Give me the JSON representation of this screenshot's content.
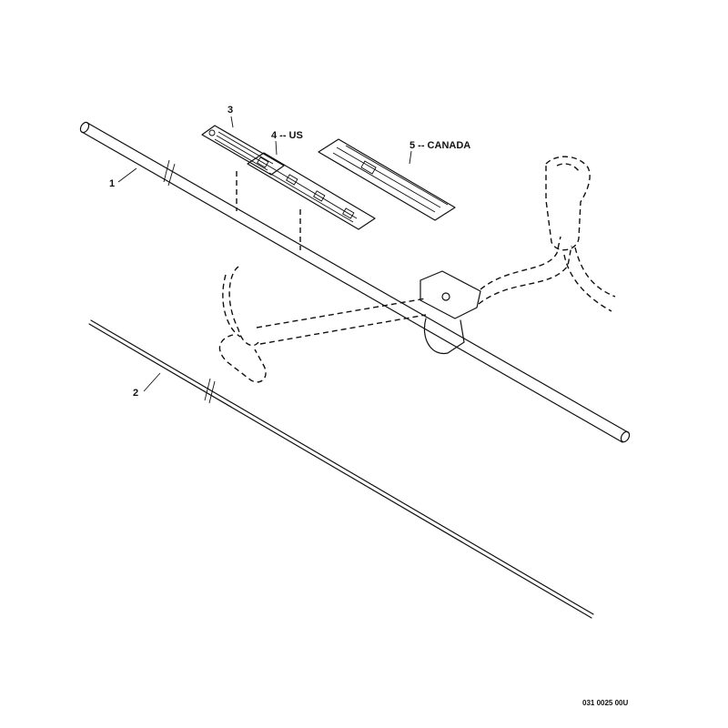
{
  "diagram": {
    "callouts": {
      "part1": "1",
      "part2": "2",
      "part3": "3",
      "part4": "4 -- US",
      "part5": "5 -- CANADA"
    },
    "drawing_number": "031 0025 00U"
  }
}
